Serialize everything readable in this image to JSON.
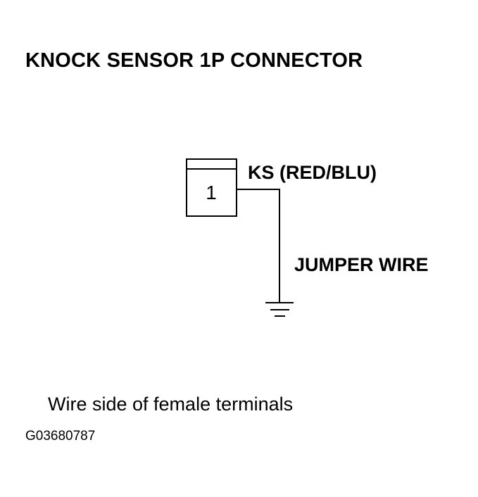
{
  "diagram": {
    "title": "KNOCK SENSOR 1P CONNECTOR",
    "connector": {
      "pin_number": "1",
      "wire_label": "KS (RED/BLU)"
    },
    "jumper_label": "JUMPER WIRE",
    "ground_symbol": "ground-icon",
    "caption": "Wire side of female terminals",
    "figure_id": "G03680787"
  },
  "colors": {
    "line": "#000000",
    "background": "#ffffff"
  }
}
